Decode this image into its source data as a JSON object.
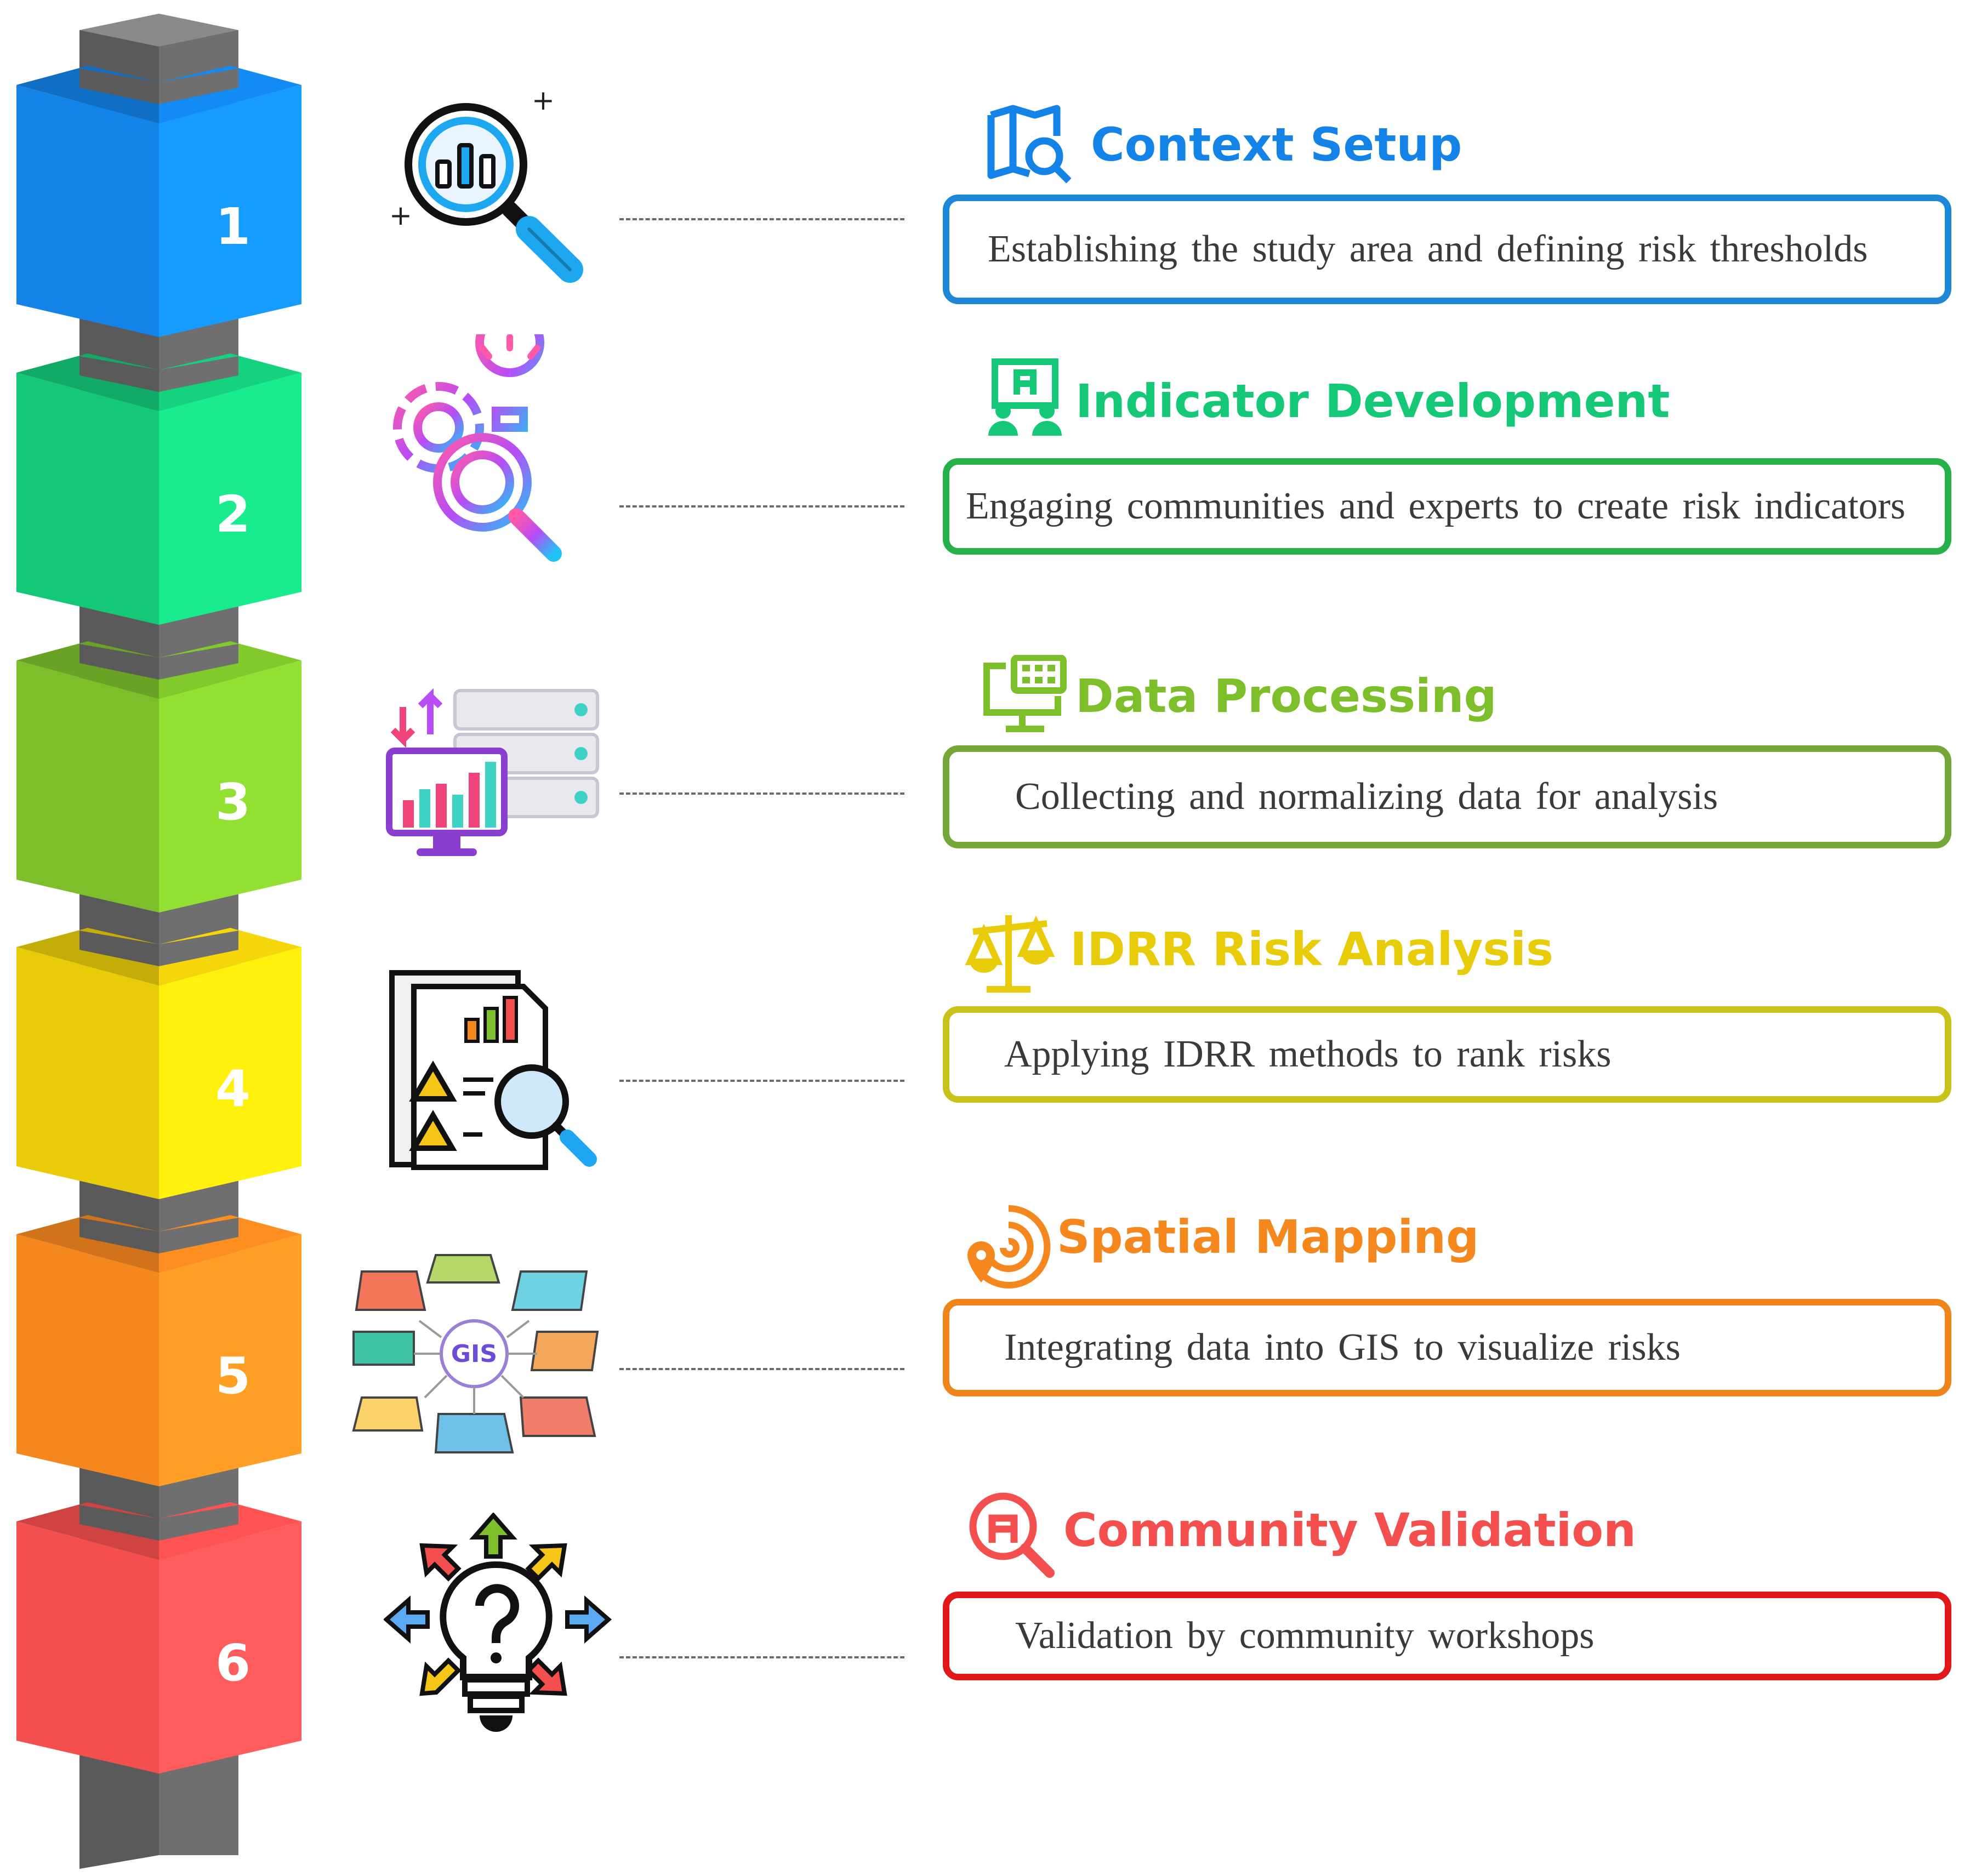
{
  "colors": {
    "pillar": "#5a5a5a",
    "pillar_light": "#6f6f6f"
  },
  "steps": [
    {
      "number": "1",
      "title": "Context Setup",
      "description": "Establishing the study area and defining risk thresholds",
      "color": "#1383e8",
      "icon": "magnifier-chart-icon",
      "title_icon": "map-search-icon"
    },
    {
      "number": "2",
      "title": "Indicator Development",
      "description": "Engaging communities and experts to create risk indicators",
      "color": "#14c878",
      "icon": "gear-idea-magnifier-icon",
      "title_icon": "team-board-icon"
    },
    {
      "number": "3",
      "title": "Data Processing",
      "description": "Collecting and normalizing data for analysis",
      "color": "#7cbf2a",
      "icon": "server-analytics-icon",
      "title_icon": "monitor-grid-icon"
    },
    {
      "number": "4",
      "title": "IDRR Risk Analysis",
      "description": "Applying IDRR methods to rank risks",
      "color": "#e8cc0a",
      "icon": "risk-report-icon",
      "title_icon": "balance-scale-icon"
    },
    {
      "number": "5",
      "title": "Spatial Mapping",
      "description": "Integrating data into GIS to visualize risks",
      "color": "#f5871f",
      "icon": "gis-maps-icon",
      "title_icon": "location-target-icon"
    },
    {
      "number": "6",
      "title": "Community Validation",
      "description": "Validation by community workshops",
      "color": "#f44f4f",
      "icon": "bulb-question-icon",
      "title_icon": "search-person-icon"
    }
  ],
  "gis_label": "GIS"
}
